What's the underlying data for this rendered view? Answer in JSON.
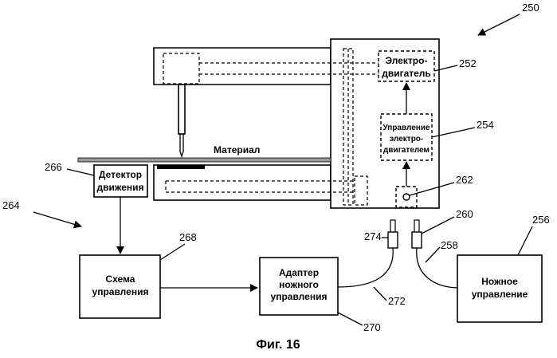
{
  "diagram": {
    "labels": {
      "material": "Материал",
      "motion_detector_1": "Детектор",
      "motion_detector_2": "движения",
      "motor_1": "Электро-",
      "motor_2": "двигатель",
      "motor_control_1": "Управление",
      "motor_control_2": "электро-",
      "motor_control_3": "двигателем",
      "control_circuit_1": "Схема",
      "control_circuit_2": "управления",
      "adapter_1": "Адаптер",
      "adapter_2": "ножного",
      "adapter_3": "управления",
      "foot_control_1": "Ножное",
      "foot_control_2": "управление"
    },
    "refs": {
      "r250": "250",
      "r252": "252",
      "r254": "254",
      "r256": "256",
      "r258": "258",
      "r260": "260",
      "r262": "262",
      "r264": "264",
      "r266": "266",
      "r268": "268",
      "r270": "270",
      "r272": "272",
      "r274": "274"
    },
    "caption": "Фиг. 16"
  }
}
